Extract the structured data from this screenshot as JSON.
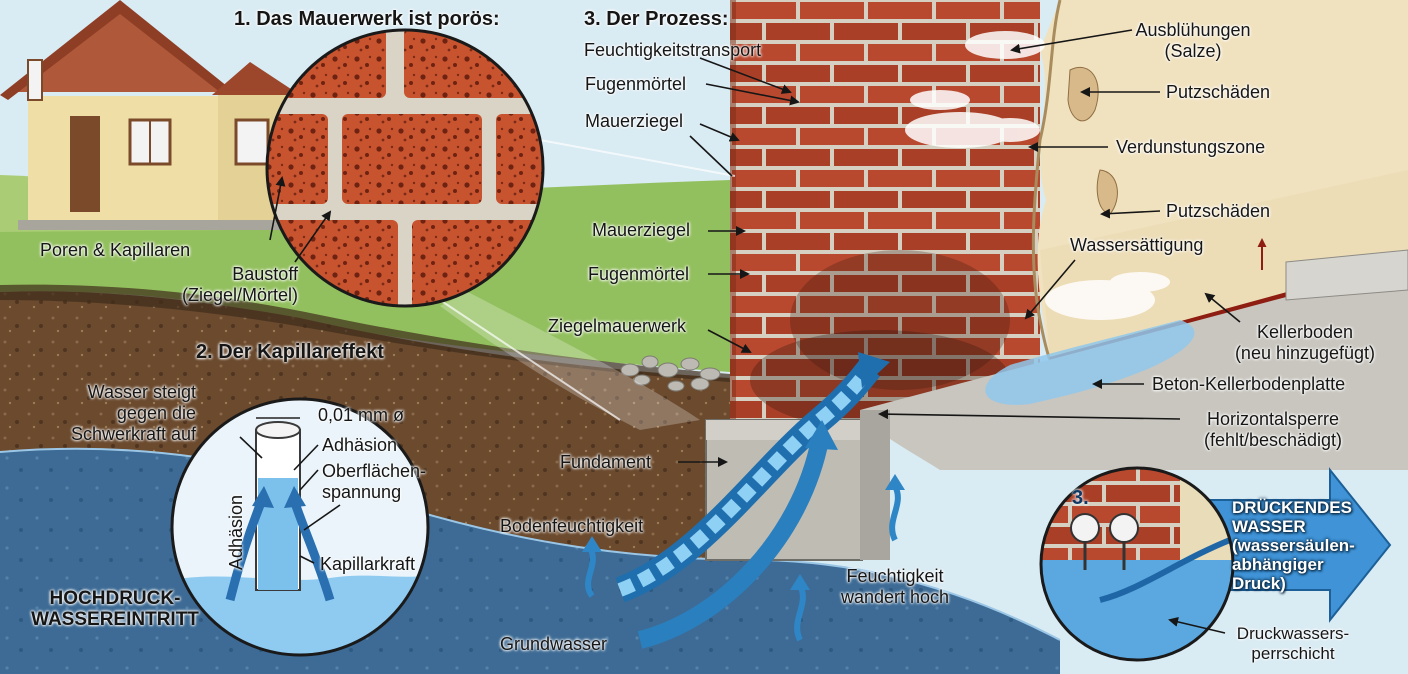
{
  "section1": {
    "heading": "1. Das Mauerwerk ist porös:",
    "pores": "Poren & Kapillaren",
    "material_line1": "Baustoff",
    "material_line2": "(Ziegel/Mörtel)"
  },
  "section2": {
    "heading": "2. Der Kapillareffekt",
    "rise_line1": "Wasser steigt",
    "rise_line2": "gegen die",
    "rise_line3": "Schwerkraft auf",
    "diameter": "0,01 mm ø",
    "adhesion": "Adhäsion",
    "surface_line1": "Oberflächen-",
    "surface_line2": "spannung",
    "capillary_force": "Kapillarkraft",
    "adhesion_vertical": "Adhäsion"
  },
  "section3": {
    "heading": "3. Der Prozess:",
    "moisture_transport": "Feuchtigkeitstransport",
    "joint_mortar": "Fugenmörtel",
    "wall_brick": "Mauerziegel",
    "wall_brick_2": "Mauerziegel",
    "joint_mortar_2": "Fugenmörtel",
    "brickwork": "Ziegelmauerwerk",
    "foundation": "Fundament",
    "soil_moisture": "Bodenfeuchtigkeit",
    "groundwater": "Grundwasser",
    "moisture_rises_line1": "Feuchtigkeit",
    "moisture_rises_line2": "wandert hoch"
  },
  "right_labels": {
    "efflorescence_line1": "Ausblühungen",
    "efflorescence_line2": "(Salze)",
    "plaster_damage": "Putzschäden",
    "evaporation_zone": "Verdunstungszone",
    "plaster_damage_2": "Putzschäden",
    "water_saturation": "Wassersättigung",
    "basement_floor_line1": "Kellerboden",
    "basement_floor_line2": "(neu hinzugefügt)",
    "concrete_slab": "Beton-Kellerbodenplatte",
    "damp_course_line1": "Horizontalsperre",
    "damp_course_line2": "(fehlt/beschädigt)"
  },
  "inset3": {
    "number": "3.",
    "pressing_line1": "DRÜCKENDES",
    "pressing_line2": "WASSER",
    "pressing_line3": "(wassersäulen-",
    "pressing_line4": "abhängiger",
    "pressing_line5": "Druck)",
    "pressure_line1": "Druckwassers-",
    "pressure_line2": "perrschicht"
  },
  "bottom_left": {
    "line1": "HOCHDRUCK-",
    "line2": "WASSEREINTRITT"
  },
  "colors": {
    "sky": "#cfe6f2",
    "grass": "#93c05e",
    "soil": "#6b4a2e",
    "groundwater": "#3f6e98",
    "brick": "#b5482e",
    "mortar": "#d9d4c6",
    "plaster": "#f1e2bf",
    "water": "#5fb3e6",
    "concrete": "#c9c6bf"
  }
}
